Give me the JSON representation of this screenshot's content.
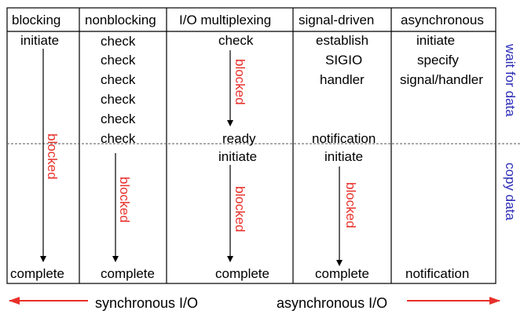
{
  "colors": {
    "blocked": "#e8302a",
    "side_label": "#2d2db8",
    "bottom_arrow": "#e8302a"
  },
  "columns": [
    {
      "header": "blocking"
    },
    {
      "header": "nonblocking"
    },
    {
      "header": "I/O multiplexing"
    },
    {
      "header": "signal-driven"
    },
    {
      "header": "asynchronous"
    }
  ],
  "blocking": {
    "initiate": "initiate",
    "blocked": "blocked",
    "complete": "complete"
  },
  "nonblocking": {
    "checks": [
      "check",
      "check",
      "check",
      "check",
      "check",
      "check"
    ],
    "blocked": "blocked",
    "complete": "complete"
  },
  "multiplexing": {
    "check": "check",
    "blocked_top": "blocked",
    "ready": "ready",
    "initiate": "initiate",
    "blocked_bottom": "blocked",
    "complete": "complete"
  },
  "signal_driven": {
    "lines": [
      "establish",
      "SIGIO",
      "handler"
    ],
    "notification": "notification",
    "initiate": "initiate",
    "blocked": "blocked",
    "complete": "complete"
  },
  "asynchronous": {
    "lines": [
      "initiate",
      "specify",
      "signal/handler"
    ],
    "notification": "notification"
  },
  "side_labels": {
    "wait": "wait for data",
    "copy": "copy data"
  },
  "bottom": {
    "sync": "synchronous I/O",
    "async": "asynchronous I/O"
  }
}
